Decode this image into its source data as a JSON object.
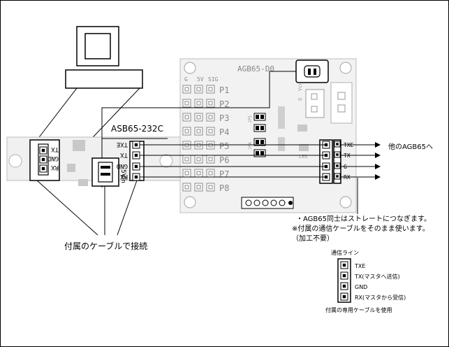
{
  "diagram": {
    "pc_board": {
      "pins": [
        "TX",
        "GND",
        "RX"
      ]
    },
    "asb_board": {
      "title": "ASB65-232C",
      "pins": [
        "TXE",
        "TX",
        "GND",
        "RX"
      ],
      "power_label": "5Vin"
    },
    "agb_board": {
      "title": "AGB65-D0",
      "header_labels": [
        "G",
        "5V",
        "SIG"
      ],
      "ports": [
        "P1",
        "P2",
        "P3",
        "P4",
        "P5",
        "P6",
        "P7",
        "P8"
      ],
      "side_pins": [
        "TXE",
        "TX",
        "G",
        "RX"
      ],
      "vcc_labels": [
        "G",
        "Vcc"
      ],
      "led_label": "LED",
      "jp_labels": [
        "JP5",
        "JP4"
      ]
    },
    "to_other": "他のAGB65へ",
    "cable_note": "付属のケーブルで接続",
    "note_lines": [
      "・AGB65同士はストレートにつなぎます。",
      "※付属の通信ケーブルをそのまま使います。",
      "（加工不要）"
    ],
    "legend": {
      "title": "通信ライン",
      "items": [
        "TXE",
        "TX(マスタへ送信)",
        "GND",
        "RX(マスタから受信)"
      ],
      "footer": "付属の専用ケーブルを使用"
    }
  }
}
